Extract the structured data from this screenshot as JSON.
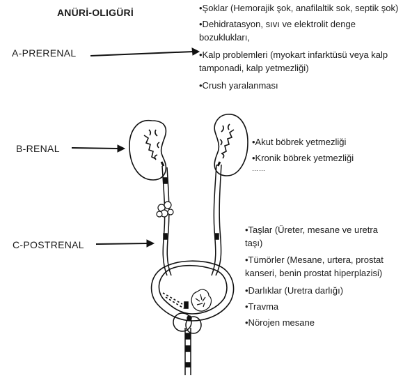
{
  "title": "ANÜRİ-OLIGÜRİ",
  "categories": {
    "prerenal": {
      "label": "A-PRERENAL",
      "causes": [
        "•Şoklar (Hemorajik şok, anafilaltik sok, septik şok)",
        "•Dehidratasyon, sıvı ve elektrolit denge",
        "bozuklukları,",
        "•Kalp problemleri (myokart infarktüsü veya kalp",
        "tamponadi, kalp yetmezliği)",
        "•Crush yaralanması"
      ]
    },
    "renal": {
      "label": "B-RENAL",
      "causes": [
        "•Akut böbrek yetmezliği",
        "•Kronik böbrek yetmezliği",
        "……"
      ]
    },
    "postrenal": {
      "label": "C-POSTRENAL",
      "causes": [
        "•Taşlar (Üreter, mesane ve uretra",
        "taşı)",
        "•Tümörler (Mesane, urtera, prostat",
        "kanseri, benin prostat hiperplazisi)",
        "•Darlıklar (Uretra darlığı)",
        "•Travma",
        "•Nörojen mesane"
      ]
    }
  }
}
